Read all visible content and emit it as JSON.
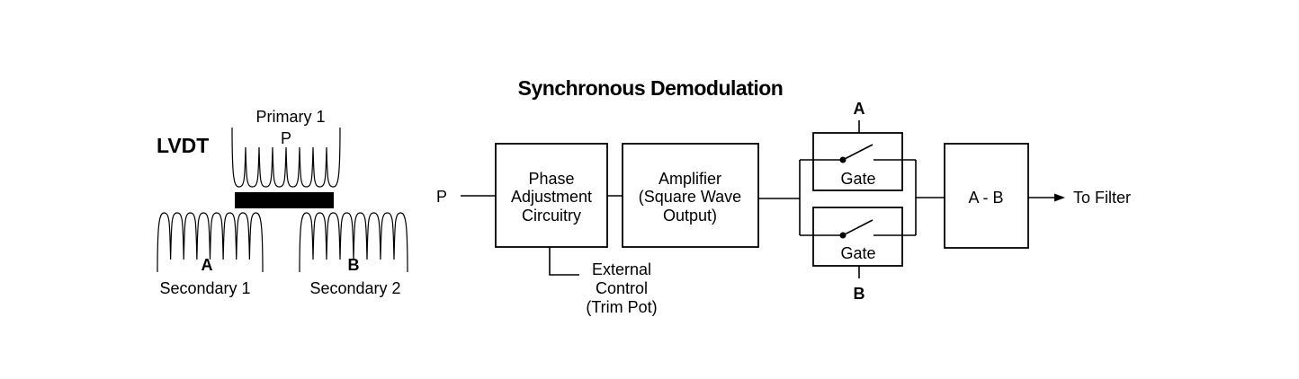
{
  "lvdt": {
    "label": "LVDT",
    "primary": {
      "name": "Primary 1",
      "letter": "P",
      "turns": 8
    },
    "secondary_a": {
      "name": "Secondary 1",
      "letter": "A",
      "turns": 8
    },
    "secondary_b": {
      "name": "Secondary 2",
      "letter": "B",
      "turns": 8
    }
  },
  "demod": {
    "title": "Synchronous Demodulation",
    "input_label": "P",
    "phase_box": [
      "Phase",
      "Adjustment",
      "Circuitry"
    ],
    "external_control": [
      "External",
      "Control",
      "(Trim Pot)"
    ],
    "amplifier_box": [
      "Amplifier",
      "(Square Wave",
      "Output)"
    ],
    "gate_a": {
      "label": "Gate",
      "control": "A"
    },
    "gate_b": {
      "label": "Gate",
      "control": "B"
    },
    "difference_box": "A - B",
    "output_label": "To Filter"
  }
}
